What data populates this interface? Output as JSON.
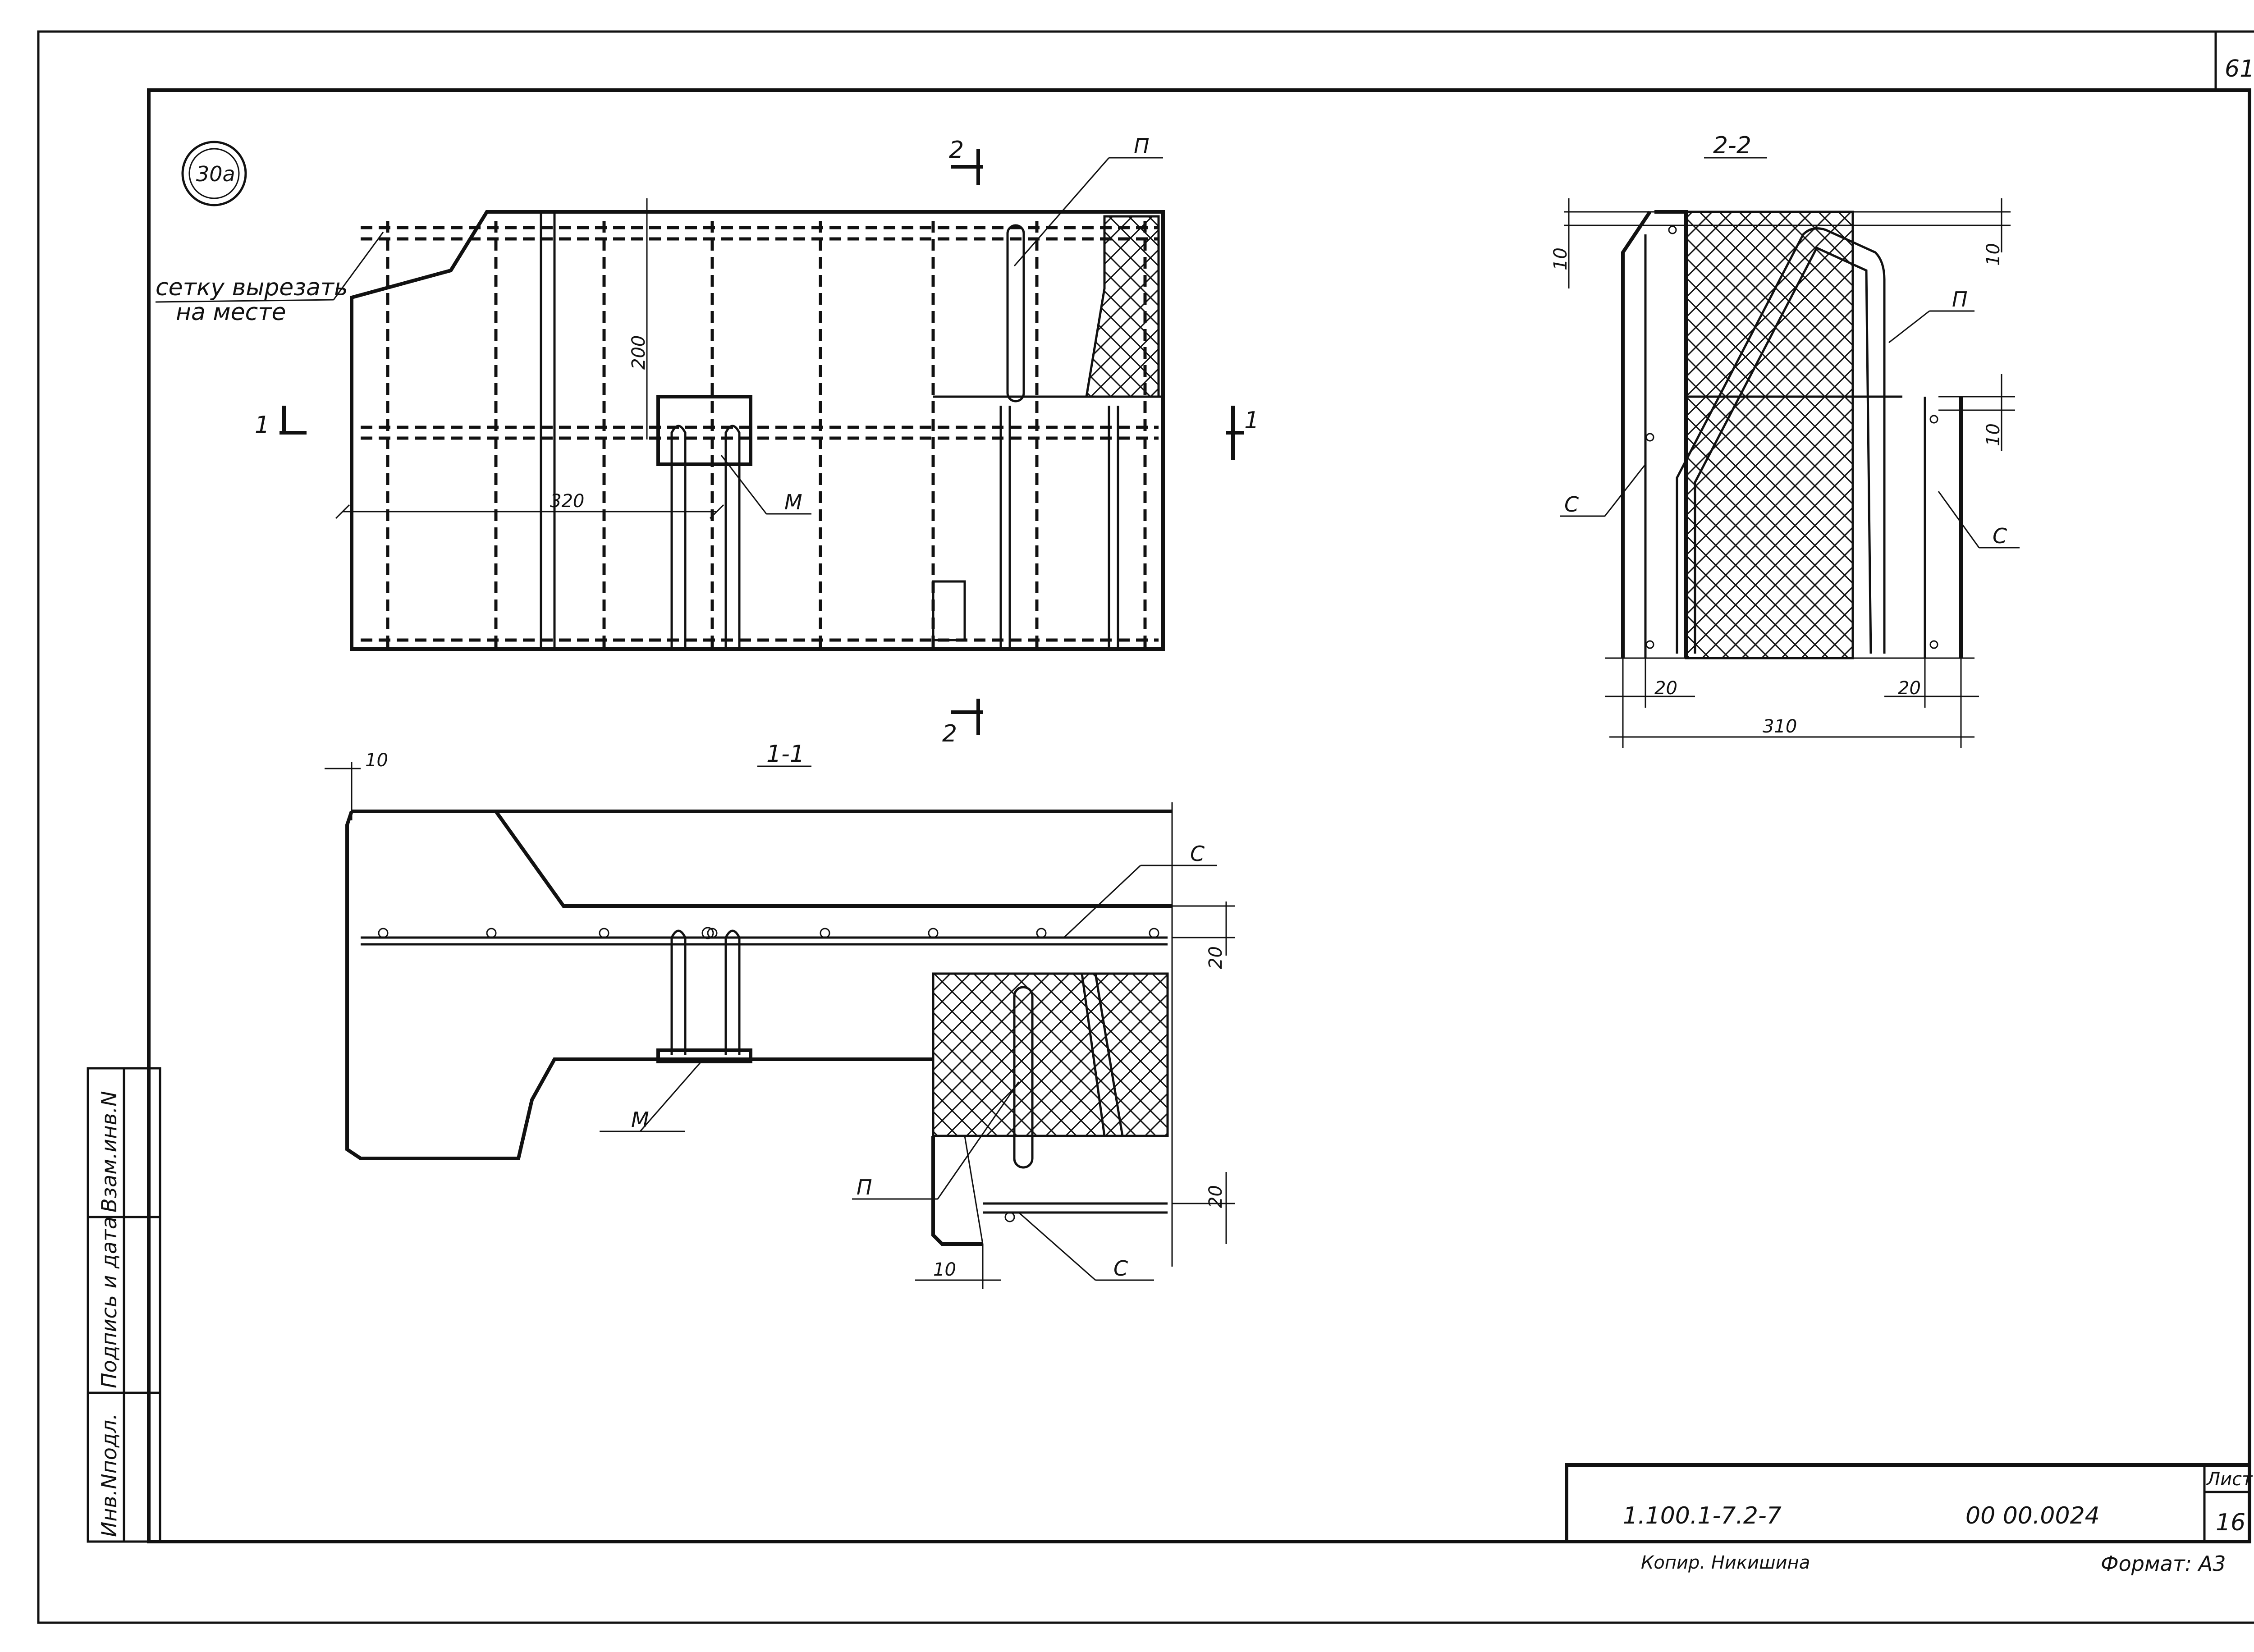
{
  "sheet_corner_label": "61",
  "position_mark": "30a",
  "note": {
    "line1": "сетку вырезать",
    "line2": "на месте"
  },
  "plan": {
    "section_mark_1": "1",
    "section_mark_2": "2",
    "dim_vertical": "200",
    "dim_horizontal": "320",
    "label_p": "П",
    "label_m": "М"
  },
  "section_1_1": {
    "title": "1-1",
    "dim_top": "10",
    "dim_mid": "20",
    "dim_low": "20",
    "dim_bottom": "10",
    "label_c_top": "С",
    "label_c_bottom": "С",
    "label_m": "М",
    "label_p": "П"
  },
  "section_2_2": {
    "title": "2-2",
    "dim_left_top": "10",
    "dim_right_top": "10",
    "dim_right_mid": "10",
    "dim_bottom_left": "20",
    "dim_bottom_right": "20",
    "dim_total": "310",
    "label_p": "П",
    "label_c_left": "С",
    "label_c_right": "С"
  },
  "side_stamp": {
    "col1": "Инв.Nподл.",
    "col2": "Подпись и дата",
    "col3": "Взам.инв.N"
  },
  "title_block": {
    "doc_code": "1.100.1-7.2-7",
    "doc_number": "00 00.0024",
    "sheet_label": "Лист",
    "sheet_number": "16",
    "copied_by": "Копир. Никишина",
    "format": "Формат: А3"
  }
}
